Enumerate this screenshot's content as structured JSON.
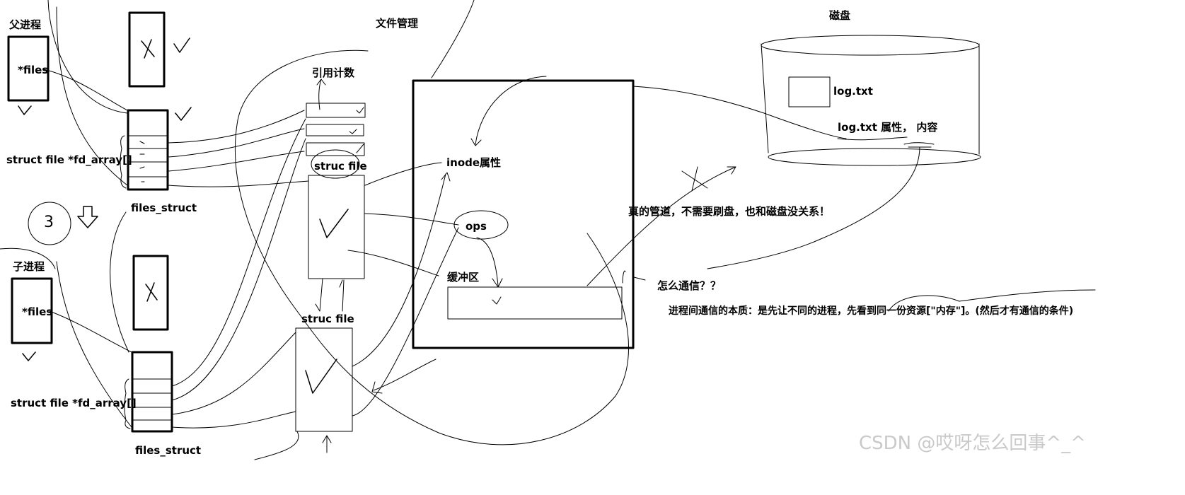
{
  "labels": {
    "parent_process": "父进程",
    "child_process": "子进程",
    "files_parent": "*files",
    "files_child": "*files",
    "fd_array_parent": "struct file *fd_array[]",
    "fd_array_child": "struct file *fd_array[]",
    "files_struct_parent": "files_struct",
    "files_struct_child": "files_struct",
    "file_management": "文件管理",
    "ref_count": "引用计数",
    "struc_file_top": "struc file",
    "struc_file_bottom": "struc file",
    "inode_attr": "inode属性",
    "ops": "ops",
    "buffer": "缓冲区",
    "disk": "磁盘",
    "log_txt": "log.txt",
    "log_txt_attr": "log.txt 属性，  内容",
    "real_pipe": "真的管道，不需要刷盘，也和磁盘没关系！",
    "how_communicate": "怎么通信？？",
    "essence": "进程间通信的本质：是先让不同的进程，先看到同一份资源[\"内存\"]。(然后才有通信的条件)",
    "digit_three": "3",
    "watermark": "CSDN @哎呀怎么回事^_^"
  },
  "colors": {
    "ink": "#000000",
    "watermark": "#c9c9c9"
  }
}
